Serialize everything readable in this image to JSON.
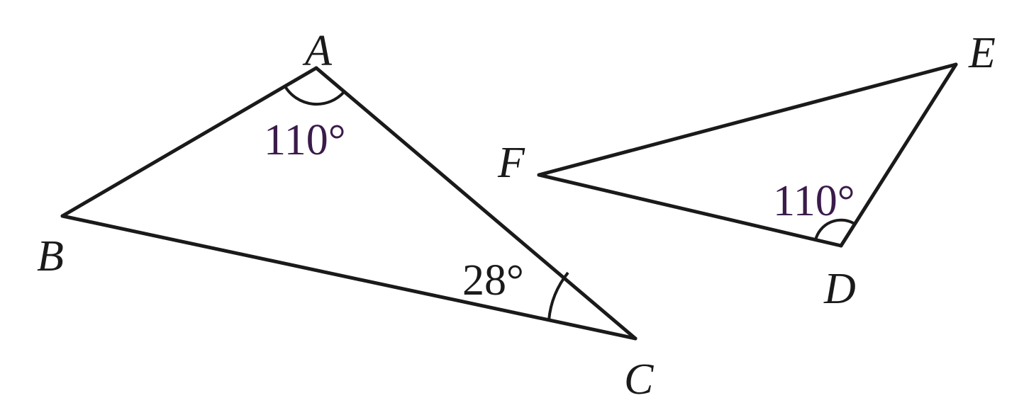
{
  "triangle_abc": {
    "vertices": {
      "a": "A",
      "b": "B",
      "c": "C"
    },
    "angles": {
      "a": "110°",
      "c": "28°"
    }
  },
  "triangle_def": {
    "vertices": {
      "d": "D",
      "e": "E",
      "f": "F"
    },
    "angles": {
      "d": "110°"
    }
  },
  "colors": {
    "line": "#1a1a1a",
    "angle_label_a": "#3a1b4a",
    "angle_label_d": "#3a1b4a",
    "angle_label_c": "#1a1a1a"
  }
}
